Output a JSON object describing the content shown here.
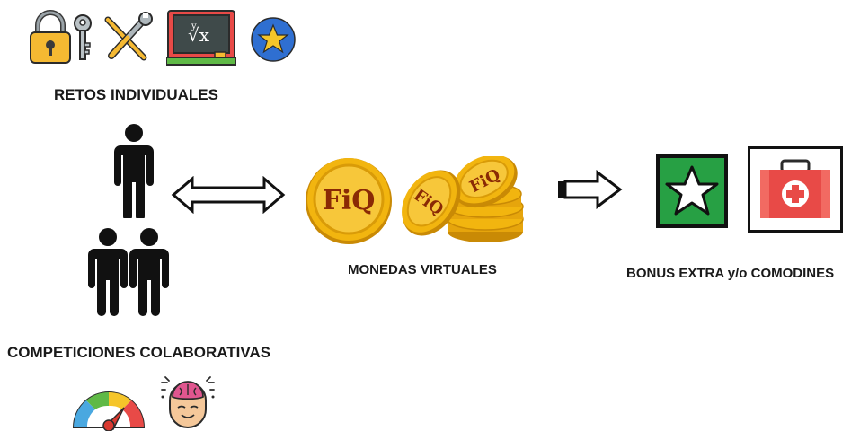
{
  "labels": {
    "retos": "RETOS INDIVIDUALES",
    "competiciones": "COMPETICIONES COLABORATIVAS",
    "monedas": "MONEDAS VIRTUALES",
    "bonus": "BONUS EXTRA y/o COMODINES"
  },
  "coin_text": "FiQ",
  "colors": {
    "coin_gold": "#f2b50f",
    "coin_dark": "#c98a05",
    "coin_text": "#8a2a05",
    "green_box": "#27a044",
    "red_kit": "#e84a47",
    "chalkboard": "#3f4a4a",
    "figure": "#111111"
  },
  "icons": [
    "padlock-key-icon",
    "tools-icon",
    "chalkboard-sqrt-icon",
    "star-badge-icon",
    "single-person-icon",
    "two-people-icon",
    "double-arrow-icon",
    "fiq-coin-icon",
    "coin-stack-icon",
    "right-arrow-icon",
    "green-star-icon",
    "first-aid-kit-icon",
    "gauge-icon",
    "brain-head-icon"
  ]
}
